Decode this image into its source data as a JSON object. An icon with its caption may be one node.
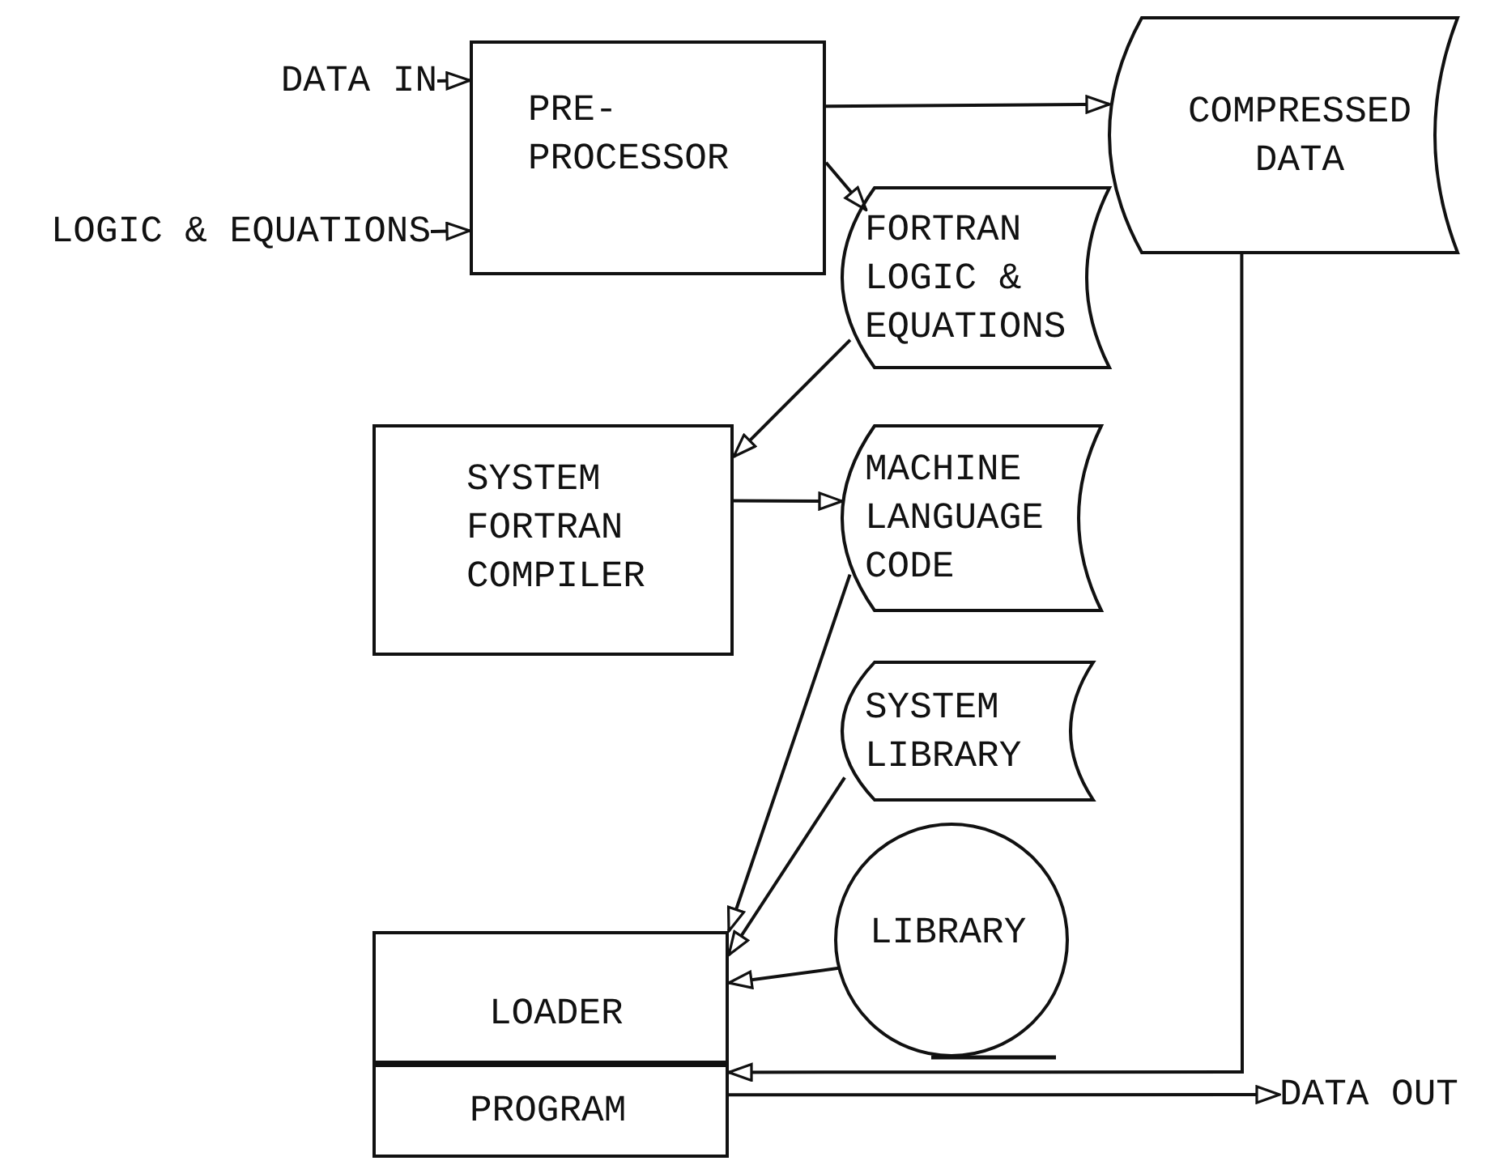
{
  "diagram": {
    "nodes": [
      {
        "text": [
          "DATA IN"
        ]
      },
      {
        "text": [
          "LOGIC & EQUATIONS"
        ]
      },
      {
        "text": [
          "PRE- PROCESSOR"
        ]
      },
      {
        "text": [
          "COMPRESSED DATA"
        ]
      },
      {
        "text": [
          "FORTRAN LOGIC & EQUATIONS"
        ]
      },
      {
        "text": [
          "SYSTEM FORTRAN COMPILER"
        ]
      },
      {
        "text": [
          "MACHINE LANGUAGE CODE"
        ]
      },
      {
        "text": [
          "SYSTEM LIBRARY"
        ]
      },
      {
        "text": [
          "LIBRARY"
        ]
      },
      {
        "text": [
          "LOADER"
        ]
      },
      {
        "text": [
          "PROGRAM"
        ]
      },
      {
        "text": [
          "DATA OUT"
        ]
      }
    ],
    "edges": [
      {
        "from": 0,
        "to": 2,
        "arrow": "to"
      },
      {
        "from": 1,
        "to": 2,
        "arrow": "to"
      },
      {
        "from": 2,
        "to": 3,
        "arrow": "to"
      },
      {
        "from": 2,
        "to": 4,
        "arrow": "to"
      },
      {
        "from": 4,
        "to": 5,
        "arrow": "to"
      },
      {
        "from": 5,
        "to": 6,
        "arrow": "to"
      },
      {
        "from": 6,
        "to": 9,
        "arrow": "to"
      },
      {
        "from": 7,
        "to": 9,
        "arrow": "to"
      },
      {
        "from": 8,
        "to": 9,
        "arrow": "to"
      },
      {
        "from": 3,
        "to": 10,
        "arrow": "to"
      },
      {
        "from": 10,
        "to": 11,
        "arrow": "to"
      }
    ]
  }
}
